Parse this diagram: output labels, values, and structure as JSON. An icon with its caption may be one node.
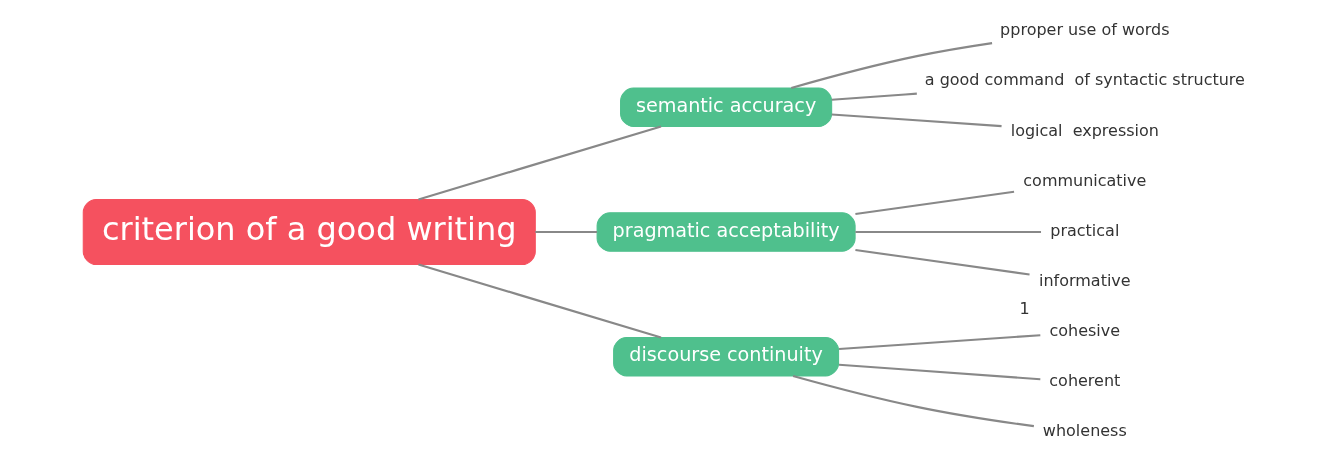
{
  "diagram": {
    "nodes": [
      {
        "text": [
          "criterion of a good writing"
        ]
      },
      {
        "text": [
          "semantic accuracy"
        ]
      },
      {
        "text": [
          "pproper use of words"
        ]
      },
      {
        "text": [
          "a good command  of syntactic structure"
        ]
      },
      {
        "text": [
          "logical  expression"
        ]
      },
      {
        "text": [
          "pragmatic acceptability"
        ]
      },
      {
        "text": [
          "communicative"
        ]
      },
      {
        "text": [
          "practical"
        ]
      },
      {
        "text": [
          "informative"
        ],
        "beside": [
          "1"
        ]
      },
      {
        "text": [
          "discourse continuity"
        ]
      },
      {
        "text": [
          "cohesive"
        ]
      },
      {
        "text": [
          "coherent"
        ]
      },
      {
        "text": [
          "wholeness"
        ]
      }
    ],
    "edges": [
      {
        "from": 0,
        "to": 1,
        "arrow": "none"
      },
      {
        "from": 0,
        "to": 5,
        "arrow": "none"
      },
      {
        "from": 0,
        "to": 9,
        "arrow": "none"
      },
      {
        "from": 1,
        "to": 2,
        "arrow": "none"
      },
      {
        "from": 1,
        "to": 3,
        "arrow": "none"
      },
      {
        "from": 1,
        "to": 4,
        "arrow": "none"
      },
      {
        "from": 5,
        "to": 6,
        "arrow": "none"
      },
      {
        "from": 5,
        "to": 7,
        "arrow": "none"
      },
      {
        "from": 5,
        "to": 8,
        "arrow": "none"
      },
      {
        "from": 9,
        "to": 10,
        "arrow": "none"
      },
      {
        "from": 9,
        "to": 11,
        "arrow": "none"
      },
      {
        "from": 9,
        "to": 12,
        "arrow": "none"
      }
    ]
  }
}
